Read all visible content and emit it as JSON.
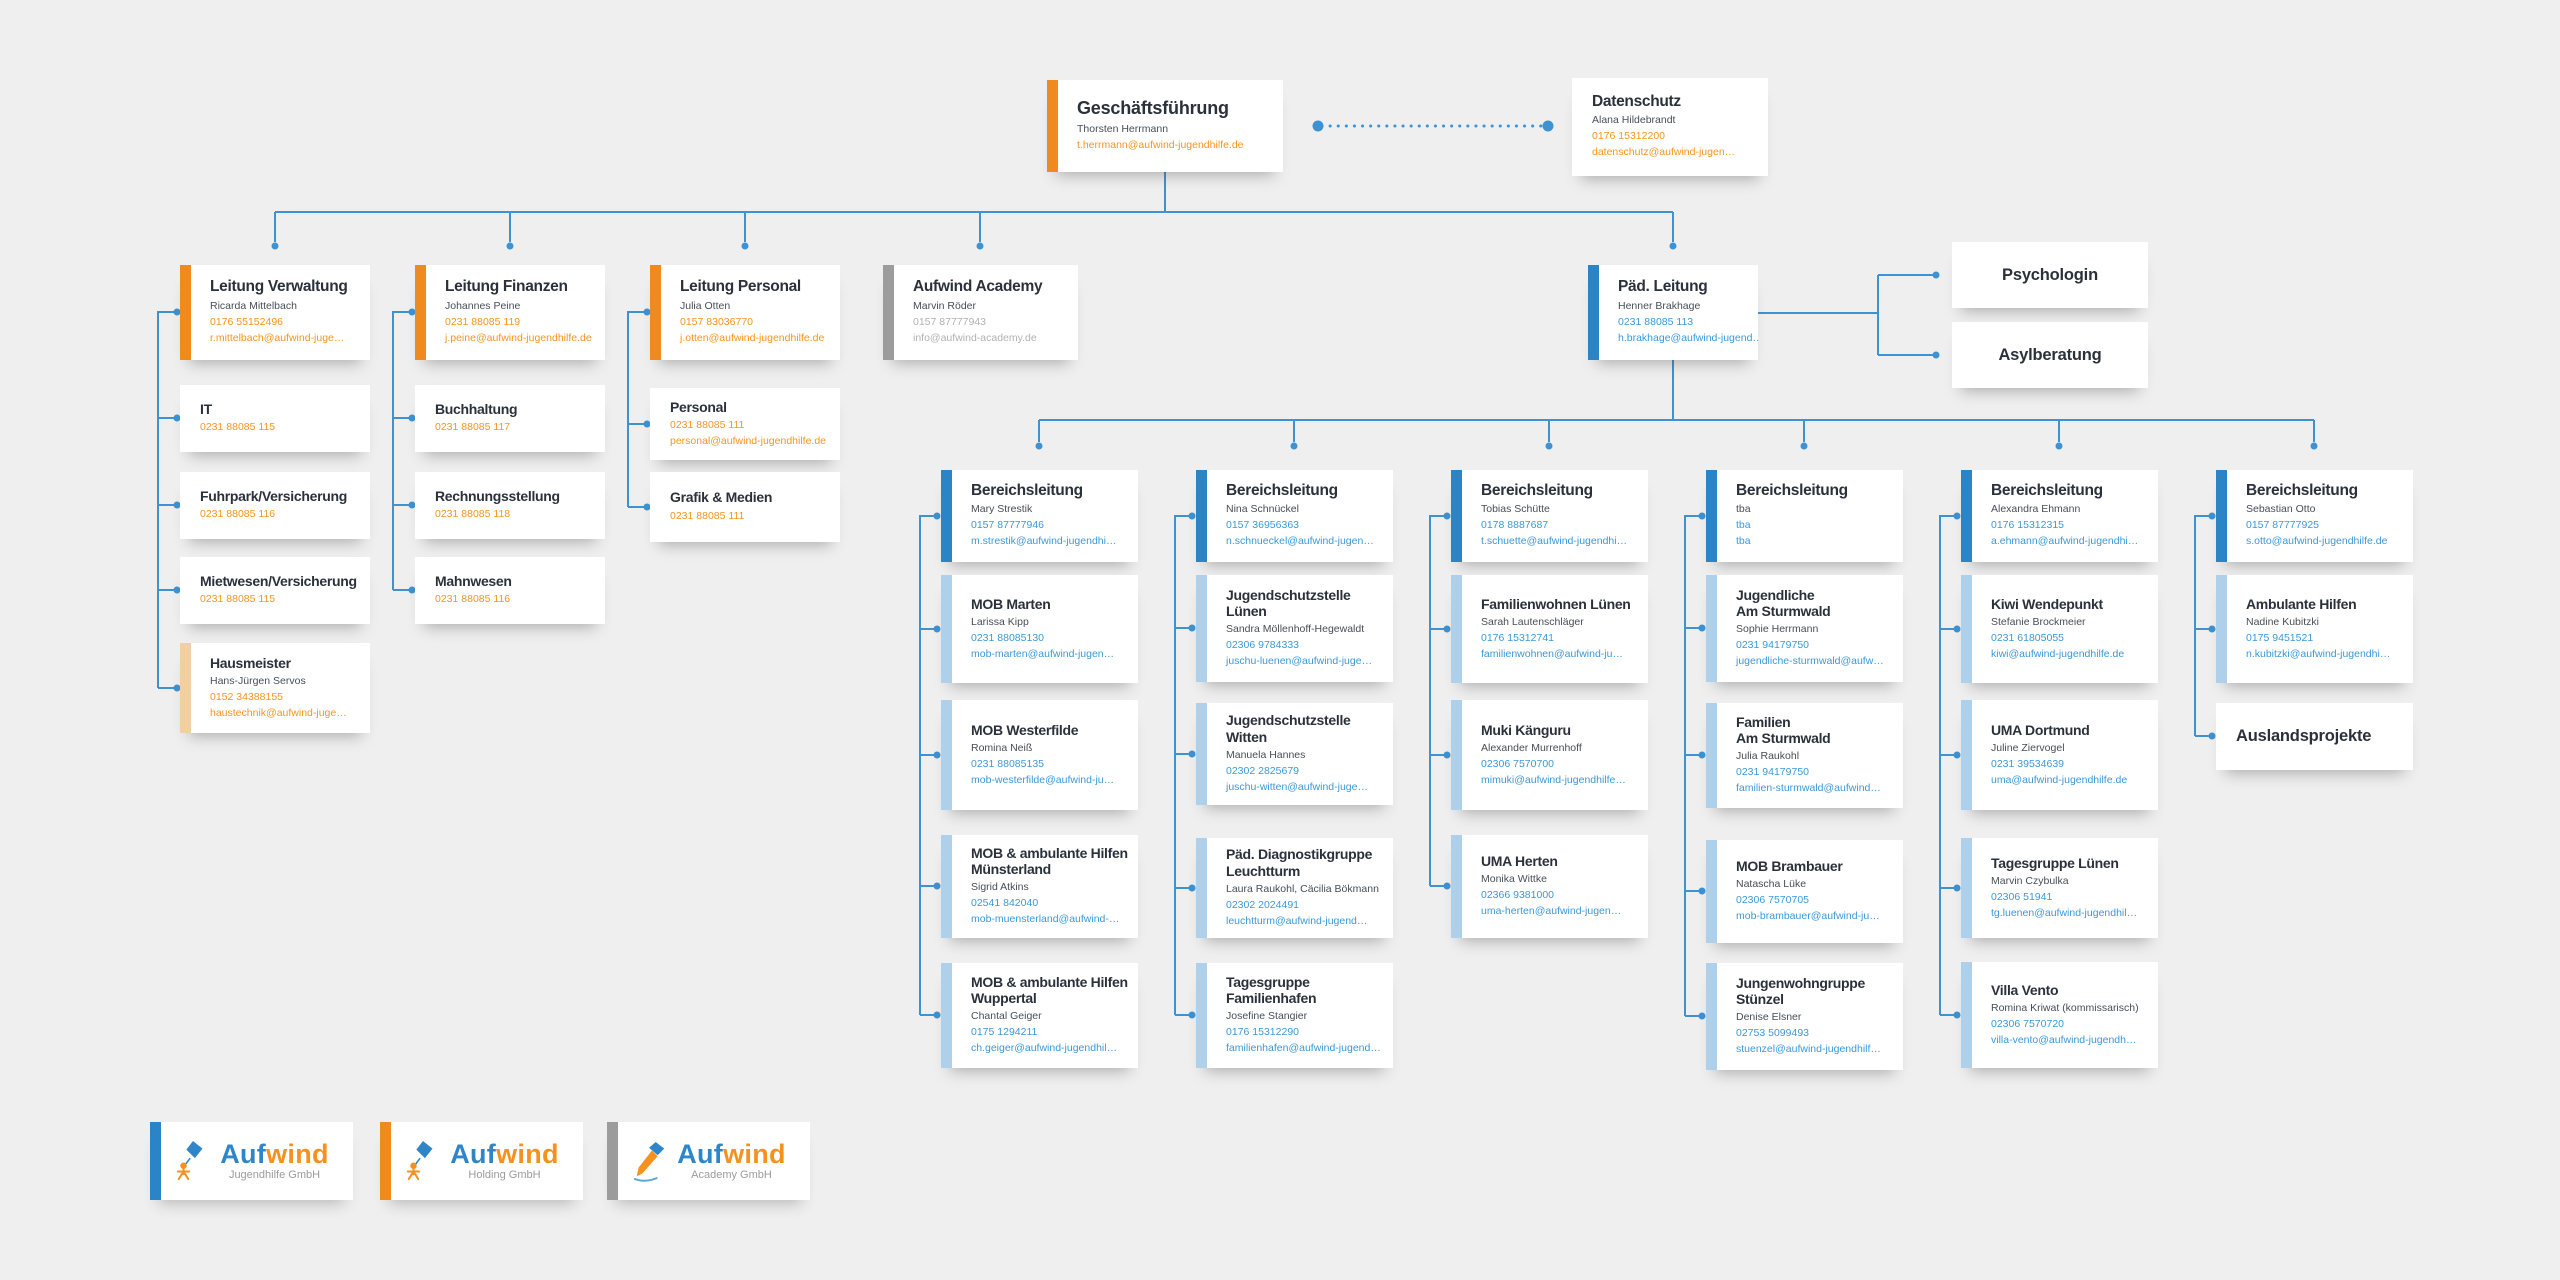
{
  "page": {
    "background": "#EFEFEF"
  },
  "colors": {
    "accent_orange": "#EF8A1F",
    "accent_blue": "#2B84C6",
    "accent_lightblue": "#AFD0EA",
    "accent_gray": "#9C9C9C",
    "accent_tan": "#F2CFA0",
    "text_title": "#2B313B",
    "text_name": "#474E57",
    "text_orange": "#F7941D",
    "text_blue": "#3B98D8",
    "text_gray": "#B1B1B1",
    "connector_blue": "#3E92D2",
    "logo_blue": "#2E86C8",
    "logo_orange": "#F5911E"
  },
  "nodes": {
    "gf": {
      "title": "Geschäftsführung",
      "name": "Thorsten Herrmann",
      "email": "t.herrmann@aufwind-jugendhilfe.de"
    },
    "datenschutz": {
      "title": "Datenschutz",
      "name": "Alana Hildebrandt",
      "phone": "0176 15312200",
      "email": "datenschutz@aufwind-jugen…"
    },
    "l_verwaltung": {
      "title": "Leitung Verwaltung",
      "name": "Ricarda Mittelbach",
      "phone": "0176 55152496",
      "email": "r.mittelbach@aufwind-juge…"
    },
    "l_finanzen": {
      "title": "Leitung Finanzen",
      "name": "Johannes Peine",
      "phone": "0231 88085 119",
      "email": "j.peine@aufwind-jugendhilfe.de"
    },
    "l_personal": {
      "title": "Leitung Personal",
      "name": "Julia Otten",
      "phone": "0157 83036770",
      "email": "j.otten@aufwind-jugendhilfe.de"
    },
    "academy": {
      "title": "Aufwind Academy",
      "name": "Marvin Röder",
      "phone": "0157 87777943",
      "email": "info@aufwind-academy.de"
    },
    "paed": {
      "title": "Päd. Leitung",
      "name": "Henner Brakhage",
      "phone": "0231 88085 113",
      "email": "h.brakhage@aufwind-jugend…"
    },
    "psychologin": {
      "title": "Psychologin"
    },
    "asylberatung": {
      "title": "Asylberatung"
    },
    "it": {
      "title": "IT",
      "phone": "0231 88085 115"
    },
    "fuhrpark": {
      "title": "Fuhrpark/Versicherung",
      "phone": "0231 88085 116"
    },
    "mietwesen": {
      "title": "Mietwesen/Versicherung",
      "phone": "0231 88085 115"
    },
    "hausmeister": {
      "title": "Hausmeister",
      "name": "Hans-Jürgen Servos",
      "phone": "0152 34388155",
      "email": "haustechnik@aufwind-juge…"
    },
    "buchhaltung": {
      "title": "Buchhaltung",
      "phone": "0231 88085 117"
    },
    "rechnung": {
      "title": "Rechnungsstellung",
      "phone": "0231 88085 118"
    },
    "mahnwesen": {
      "title": "Mahnwesen",
      "phone": "0231 88085 116"
    },
    "personal": {
      "title": "Personal",
      "phone": "0231 88085 111",
      "email": "personal@aufwind-jugendhilfe.de"
    },
    "grafik": {
      "title": "Grafik & Medien",
      "phone": "0231 88085 111"
    },
    "bl1": {
      "title": "Bereichsleitung",
      "name": "Mary Strestik",
      "phone": "0157 87777946",
      "email": "m.strestik@aufwind-jugendhi…"
    },
    "mob_marten": {
      "title": "MOB Marten",
      "name": "Larissa Kipp",
      "phone": "0231 88085130",
      "email": "mob-marten@aufwind-jugen…"
    },
    "mob_westerfilde": {
      "title": "MOB Westerfilde",
      "name": "Romina Neiß",
      "phone": "0231 88085135",
      "email": "mob-westerfilde@aufwind-ju…"
    },
    "mob_muensterland": {
      "title": "MOB & ambulante Hilfen\nMünsterland",
      "name": "Sigrid Atkins",
      "phone": "02541 842040",
      "email": "mob-muensterland@aufwind-…"
    },
    "mob_wuppertal": {
      "title": "MOB & ambulante Hilfen\nWuppertal",
      "name": "Chantal Geiger",
      "phone": "0175 1294211",
      "email": "ch.geiger@aufwind-jugendhil…"
    },
    "bl2": {
      "title": "Bereichsleitung",
      "name": "Nina Schnückel",
      "phone": "0157 36956363",
      "email": "n.schnueckel@aufwind-jugen…"
    },
    "juschu_luenen": {
      "title": "Jugendschutzstelle\nLünen",
      "name": "Sandra Möllenhoff-Hegewaldt",
      "phone": "02306 9784333",
      "email": "juschu-luenen@aufwind-juge…"
    },
    "juschu_witten": {
      "title": "Jugendschutzstelle\nWitten",
      "name": "Manuela Hannes",
      "phone": "02302 2825679",
      "email": "juschu-witten@aufwind-juge…"
    },
    "leuchtturm": {
      "title": "Päd. Diagnostikgruppe\nLeuchtturm",
      "name": "Laura Raukohl, Cäcilia Bökmann",
      "phone": "02302 2024491",
      "email": "leuchtturm@aufwind-jugend…"
    },
    "familienhafen": {
      "title": "Tagesgruppe\nFamilienhafen",
      "name": "Josefine Stangier",
      "phone": "0176 15312290",
      "email": "familienhafen@aufwind-jugend…"
    },
    "bl3": {
      "title": "Bereichsleitung",
      "name": "Tobias Schütte",
      "phone": "0178 8887687",
      "email": "t.schuette@aufwind-jugendhi…"
    },
    "familienwohnen": {
      "title": "Familienwohnen Lünen",
      "name": "Sarah Lautenschläger",
      "phone": "0176 15312741",
      "email": "familienwohnen@aufwind-ju…"
    },
    "muki": {
      "title": "Muki Känguru",
      "name": "Alexander Murrenhoff",
      "phone": "02306 7570700",
      "email": "mimuki@aufwind-jugendhilfe…"
    },
    "uma_herten": {
      "title": "UMA Herten",
      "name": "Monika Wittke",
      "phone": "02366 9381000",
      "email": "uma-herten@aufwind-jugen…"
    },
    "bl4": {
      "title": "Bereichsleitung",
      "name": "tba",
      "phone": "tba",
      "email": "tba"
    },
    "jugendliche_sturmwald": {
      "title": "Jugendliche\nAm Sturmwald",
      "name": "Sophie Herrmann",
      "phone": "0231 94179750",
      "email": "jugendliche-sturmwald@aufw…"
    },
    "familien_sturmwald": {
      "title": "Familien\nAm Sturmwald",
      "name": "Julia Raukohl",
      "phone": "0231 94179750",
      "email": "familien-sturmwald@aufwind…"
    },
    "mob_brambauer": {
      "title": "MOB Brambauer",
      "name": "Natascha Lüke",
      "phone": "02306 7570705",
      "email": "mob-brambauer@aufwind-ju…"
    },
    "stuenzel": {
      "title": "Jungenwohngruppe\nStünzel",
      "name": "Denise Elsner",
      "phone": "02753 5099493",
      "email": "stuenzel@aufwind-jugendhilf…"
    },
    "bl5": {
      "title": "Bereichsleitung",
      "name": "Alexandra Ehmann",
      "phone": "0176 15312315",
      "email": "a.ehmann@aufwind-jugendhi…"
    },
    "kiwi": {
      "title": "Kiwi Wendepunkt",
      "name": "Stefanie Brockmeier",
      "phone": "0231 61805055",
      "email": "kiwi@aufwind-jugendhilfe.de"
    },
    "uma_dortmund": {
      "title": "UMA Dortmund",
      "name": "Juline Ziervogel",
      "phone": "0231 39534639",
      "email": "uma@aufwind-jugendhilfe.de"
    },
    "tg_luenen": {
      "title": "Tagesgruppe Lünen",
      "name": "Marvin Czybulka",
      "phone": "02306 51941",
      "email": "tg.luenen@aufwind-jugendhil…"
    },
    "villa_vento": {
      "title": "Villa Vento",
      "name": "Romina Kriwat (kommissarisch)",
      "phone": "02306 7570720",
      "email": "villa-vento@aufwind-jugendh…"
    },
    "bl6": {
      "title": "Bereichsleitung",
      "name": "Sebastian Otto",
      "phone": "0157 87777925",
      "email": "s.otto@aufwind-jugendhilfe.de"
    },
    "ambulante": {
      "title": "Ambulante Hilfen",
      "name": "Nadine Kubitzki",
      "phone": "0175 9451521",
      "email": "n.kubitzki@aufwind-jugendhi…"
    },
    "auslandsprojekte": {
      "title": "Auslandsprojekte"
    }
  },
  "logos": [
    {
      "word_a": "Auf",
      "word_b": "wind",
      "subtitle": "Jugendhilfe GmbH",
      "icon": "kite-person-icon"
    },
    {
      "word_a": "Auf",
      "word_b": "wind",
      "subtitle": "Holding GmbH",
      "icon": "kite-person-icon"
    },
    {
      "word_a": "Auf",
      "word_b": "wind",
      "subtitle": "Academy GmbH",
      "icon": "pencil-kite-icon"
    }
  ]
}
